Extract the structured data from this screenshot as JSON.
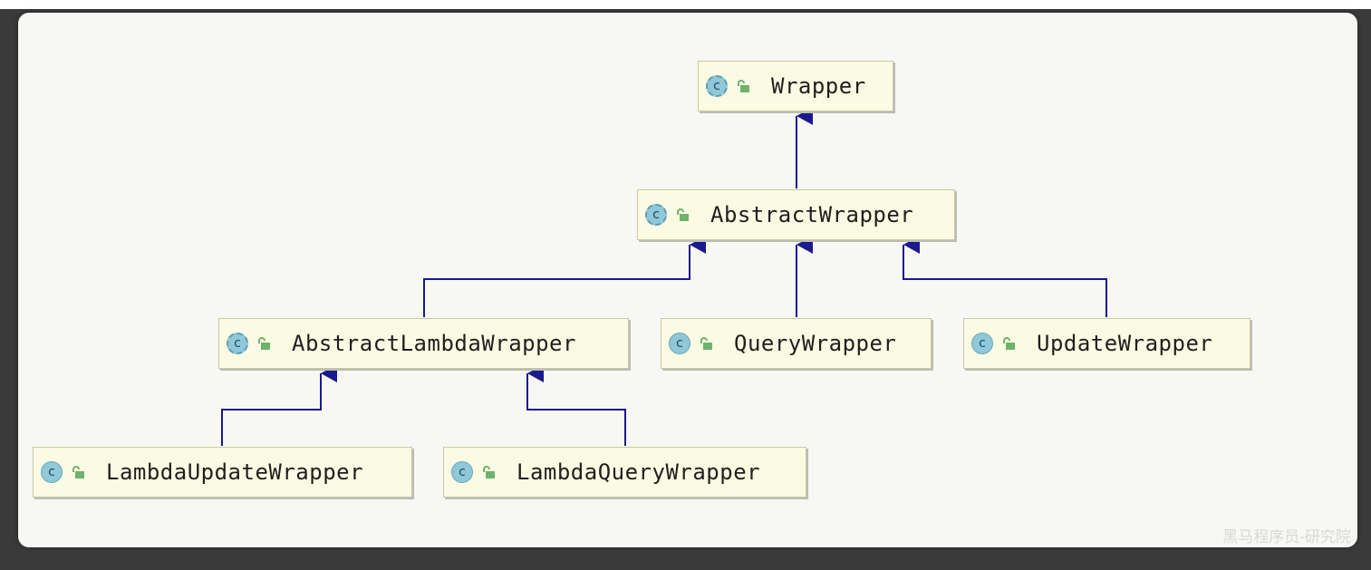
{
  "nodes": {
    "wrapper": "Wrapper",
    "abstract_wrapper": "AbstractWrapper",
    "abstract_lambda_wrapper": "AbstractLambdaWrapper",
    "query_wrapper": "QueryWrapper",
    "update_wrapper": "UpdateWrapper",
    "lambda_update_wrapper": "LambdaUpdateWrapper",
    "lambda_query_wrapper": "LambdaQueryWrapper"
  },
  "class_icon_letter": "c",
  "icons": {
    "class": "class-icon",
    "abstract_class": "abstract-class-icon",
    "visibility": "public-lock-icon"
  },
  "edges": [
    {
      "from": "AbstractWrapper",
      "to": "Wrapper"
    },
    {
      "from": "AbstractLambdaWrapper",
      "to": "AbstractWrapper"
    },
    {
      "from": "QueryWrapper",
      "to": "AbstractWrapper"
    },
    {
      "from": "UpdateWrapper",
      "to": "AbstractWrapper"
    },
    {
      "from": "LambdaUpdateWrapper",
      "to": "AbstractLambdaWrapper"
    },
    {
      "from": "LambdaQueryWrapper",
      "to": "AbstractLambdaWrapper"
    }
  ],
  "colors": {
    "edge": "#1a1a8c",
    "node_fill": "#fbfbe3",
    "icon": "#8fc8d8",
    "lock": "#6db36d"
  },
  "watermark": "黑马程序员-研究院"
}
